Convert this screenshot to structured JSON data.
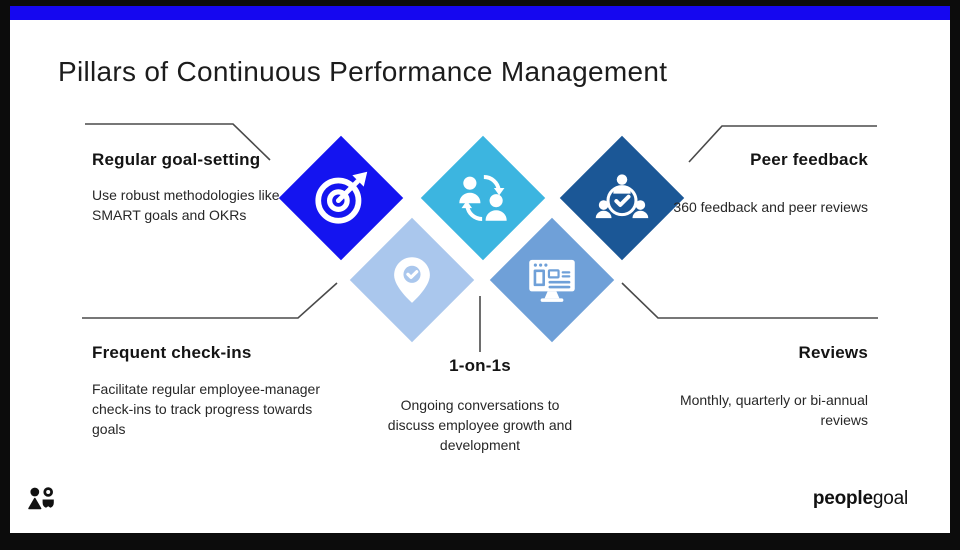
{
  "title": "Pillars of Continuous Performance Management",
  "colors": {
    "top_bar": "#1507f0",
    "diamond_goal_setting": "#1414f0",
    "diamond_one_on_ones": "#3cb5e0",
    "diamond_peer_feedback": "#1b5796",
    "diamond_check_ins": "#aac7ed",
    "diamond_reviews": "#6fa0d8",
    "connector_line": "#4a4a4a"
  },
  "pillars": {
    "goal_setting": {
      "heading": "Regular goal-setting",
      "body": "Use robust methodologies like SMART goals and OKRs",
      "icon": "target-arrow-icon"
    },
    "one_on_ones": {
      "heading": "1-on-1s",
      "body": "Ongoing conversations to discuss employee growth and development",
      "icon": "people-exchange-icon"
    },
    "peer_feedback": {
      "heading": "Peer feedback",
      "body": "360 feedback and peer reviews",
      "icon": "group-check-icon"
    },
    "check_ins": {
      "heading": "Frequent check-ins",
      "body": "Facilitate regular employee-manager check-ins to track progress towards goals",
      "icon": "location-check-icon"
    },
    "reviews": {
      "heading": "Reviews",
      "body": "Monthly, quarterly or bi-annual reviews",
      "icon": "monitor-dashboard-icon"
    }
  },
  "footer": {
    "logo_bold": "people",
    "logo_light": "goal"
  }
}
